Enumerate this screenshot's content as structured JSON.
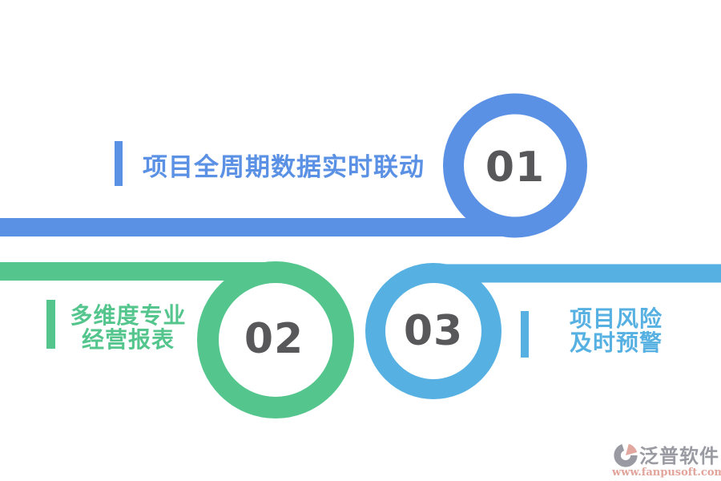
{
  "page": {
    "background": "#ffffff",
    "number_color": "#58585A"
  },
  "items": [
    {
      "number": "01",
      "title_lines": [
        "项目全周期数据实时联动"
      ],
      "color": "#5B91E5"
    },
    {
      "number": "02",
      "title_lines": [
        "多维度专业",
        "经营报表"
      ],
      "color": "#54C68D"
    },
    {
      "number": "03",
      "title_lines": [
        "项目风险",
        "及时预警"
      ],
      "color": "#56B1E2"
    }
  ],
  "logo": {
    "name": "泛普软件",
    "url": "www.fanpusoft.com",
    "name_color": "#9A9BA2",
    "url_color": "#E2A39A",
    "icon_gray": "#9A9AA2",
    "icon_salmon": "#E2A79E"
  }
}
